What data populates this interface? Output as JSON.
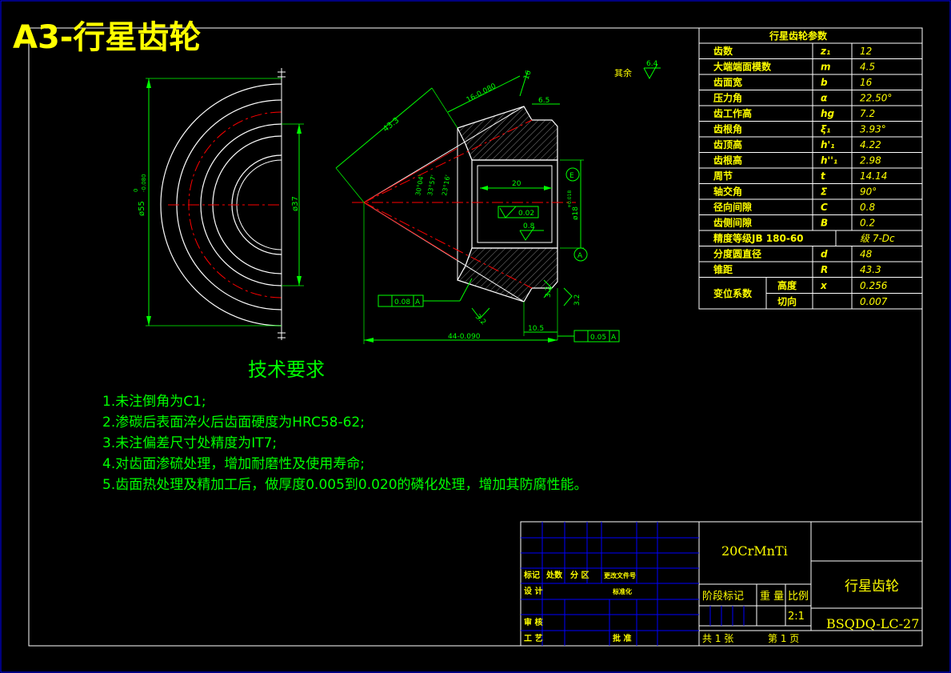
{
  "title": "A3-行星齿轮",
  "roughness_note": {
    "label": "其余",
    "value": "6.4"
  },
  "dims": {
    "outer_dia": "ø55",
    "outer_dia_tol_upper": "0",
    "outer_dia_tol_lower": "-0.080",
    "inner_dia": "ø37",
    "cone": "43.3",
    "face": "16-0.080",
    "r16": "16",
    "r65": "6.5",
    "ang1": "30°04'",
    "ang2": "33°57'",
    "ang3": "23°16'",
    "bore_len": "20",
    "bore_dia": "ø18",
    "bore_dia_tol": "+0.018",
    "datum_e": "E",
    "datum_a": "A",
    "flat": "0.02",
    "rough08": "0.8",
    "rough32a": "3.2",
    "rough32b": "3.2",
    "rough32c": "3.2",
    "len105": "10.5",
    "len44": "44-0.090",
    "tol_runout1": "0.08",
    "tol_runout2": "0.05",
    "tol_datum": "A"
  },
  "param_table": {
    "title": "行星齿轮参数",
    "rows": [
      {
        "name": "齿数",
        "sym": "z₁",
        "val": "12"
      },
      {
        "name": "大端端面模数",
        "sym": "m",
        "val": "4.5"
      },
      {
        "name": "齿面宽",
        "sym": "b",
        "val": "16"
      },
      {
        "name": "压力角",
        "sym": "α",
        "val": "22.50°"
      },
      {
        "name": "齿工作高",
        "sym": "hg",
        "val": "7.2"
      },
      {
        "name": "齿根角",
        "sym": "ξ₁",
        "val": "3.93°"
      },
      {
        "name": "齿顶高",
        "sym": "h'₁",
        "val": "4.22"
      },
      {
        "name": "齿根高",
        "sym": "h''₁",
        "val": "2.98"
      },
      {
        "name": "周节",
        "sym": "t",
        "val": "14.14"
      },
      {
        "name": "轴交角",
        "sym": "Σ",
        "val": "90°"
      },
      {
        "name": "径向间隙",
        "sym": "C",
        "val": "0.8"
      },
      {
        "name": "齿侧间隙",
        "sym": "B",
        "val": "0.2"
      },
      {
        "name": "精度等级JB 180-60",
        "sym": "",
        "val": "级 7-Dc"
      },
      {
        "name": "分度圆直径",
        "sym": "d",
        "val": "48"
      },
      {
        "name": "锥距",
        "sym": "R",
        "val": "43.3"
      }
    ],
    "shift_label": "变位系数",
    "shift_rows": [
      {
        "name": "高度",
        "sym": "x",
        "val": "0.256"
      },
      {
        "name": "切向",
        "sym": "",
        "val": "0.007"
      }
    ]
  },
  "tech": {
    "title": "技术要求",
    "items": [
      "1.未注倒角为C1;",
      "2.渗碳后表面淬火后齿面硬度为HRC58-62;",
      "3.未注偏差尺寸处精度为IT7;",
      "4.对齿面渗硫处理，增加耐磨性及使用寿命;",
      "5.齿面热处理及精加工后，做厚度0.005到0.020的磷化处理，增加其防腐性能。"
    ]
  },
  "title_block": {
    "material": "20CrMnTi",
    "part_name": "行星齿轮",
    "drawing_no": "BSQDQ-LC-27",
    "mark": "标记",
    "count": "处数",
    "zone": "分 区",
    "change_doc": "更改文件号",
    "design": "设 计",
    "standard": "标准化",
    "check": "审 核",
    "process": "工 艺",
    "approve": "批 准",
    "stage": "阶段标记",
    "weight": "重 量",
    "scale_label": "比例",
    "scale": "2:1",
    "total": "共 1 张",
    "page": "第 1 页"
  }
}
